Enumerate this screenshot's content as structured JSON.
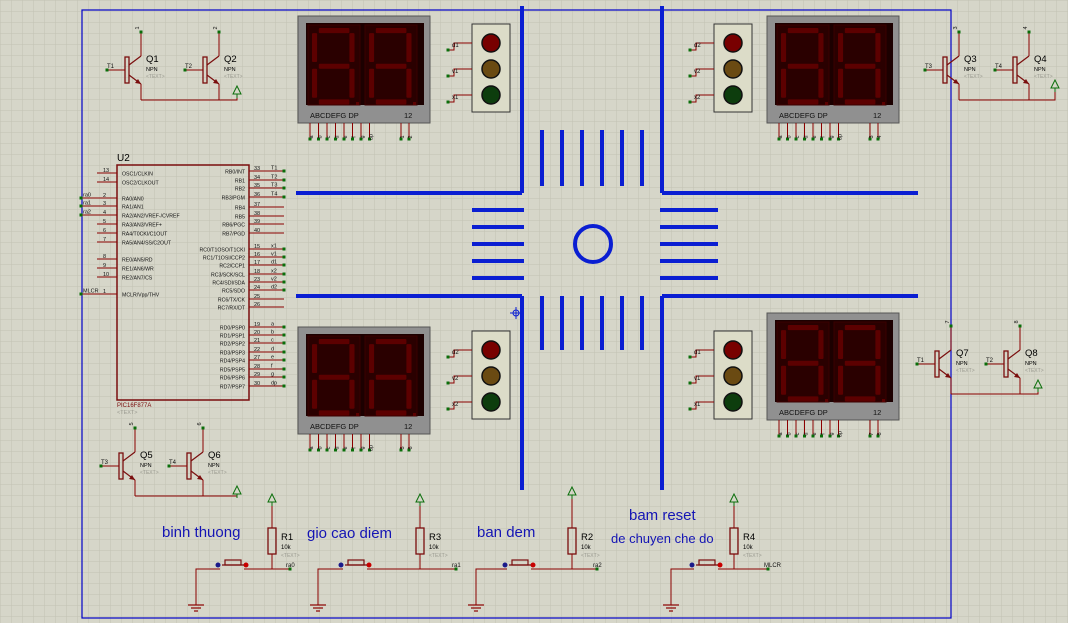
{
  "colors": {
    "background": "#d6d6c9",
    "grid": "#c2c2b4",
    "sheet_border": "#0000c8",
    "wire": "#8b0000",
    "road": "#0a1ed2",
    "component": "#7a0d0d",
    "terminal": "#0a6e0a",
    "display_body": "#909090",
    "display_bg": "#1c0000",
    "segment": "#5c0000",
    "light_bezel": "#dcdcc8",
    "red_lamp": "#780000",
    "yellow_lamp": "#6a4a12",
    "green_lamp": "#0d3d0d",
    "label_blue": "#1414b4"
  },
  "mcu": {
    "ref": "U2",
    "part": "PIC16F877A",
    "placeholder": "<TEXT>",
    "left_pins": [
      {
        "num": "13",
        "name": "OSC1/CLKIN",
        "net": ""
      },
      {
        "num": "14",
        "name": "OSC2/CLKOUT",
        "net": ""
      },
      {
        "num": "2",
        "name": "RA0/AN0",
        "net": "ra0"
      },
      {
        "num": "3",
        "name": "RA1/AN1",
        "net": "ra1"
      },
      {
        "num": "4",
        "name": "RA2/AN2/VREF-/CVREF",
        "net": "ra2"
      },
      {
        "num": "5",
        "name": "RA3/AN3/VREF+",
        "net": ""
      },
      {
        "num": "6",
        "name": "RA4/T0CKI/C1OUT",
        "net": ""
      },
      {
        "num": "7",
        "name": "RA5/AN4/SS/C2OUT",
        "net": ""
      },
      {
        "num": "8",
        "name": "RE0/AN5/RD",
        "net": ""
      },
      {
        "num": "9",
        "name": "RE1/AN6/WR",
        "net": ""
      },
      {
        "num": "10",
        "name": "RE2/AN7/CS",
        "net": ""
      },
      {
        "num": "1",
        "name": "MCLR/Vpp/THV",
        "net": "MLCR"
      }
    ],
    "right_pins": [
      {
        "num": "33",
        "name": "RB0/INT",
        "net": "T1"
      },
      {
        "num": "34",
        "name": "RB1",
        "net": "T2"
      },
      {
        "num": "35",
        "name": "RB2",
        "net": "T3"
      },
      {
        "num": "36",
        "name": "RB3/PGM",
        "net": "T4"
      },
      {
        "num": "37",
        "name": "RB4",
        "net": ""
      },
      {
        "num": "38",
        "name": "RB5",
        "net": ""
      },
      {
        "num": "39",
        "name": "RB6/PGC",
        "net": ""
      },
      {
        "num": "40",
        "name": "RB7/PGD",
        "net": ""
      },
      {
        "num": "15",
        "name": "RC0/T1OSO/T1CKI",
        "net": "x1"
      },
      {
        "num": "16",
        "name": "RC1/T1OSI/CCP2",
        "net": "v1"
      },
      {
        "num": "17",
        "name": "RC2/CCP1",
        "net": "d1"
      },
      {
        "num": "18",
        "name": "RC3/SCK/SCL",
        "net": "x2"
      },
      {
        "num": "23",
        "name": "RC4/SDI/SDA",
        "net": "v2"
      },
      {
        "num": "24",
        "name": "RC5/SDO",
        "net": "d2"
      },
      {
        "num": "25",
        "name": "RC6/TX/CK",
        "net": ""
      },
      {
        "num": "26",
        "name": "RC7/RX/DT",
        "net": ""
      },
      {
        "num": "19",
        "name": "RD0/PSP0",
        "net": "a"
      },
      {
        "num": "20",
        "name": "RD1/PSP1",
        "net": "b"
      },
      {
        "num": "21",
        "name": "RD2/PSP2",
        "net": "c"
      },
      {
        "num": "22",
        "name": "RD3/PSP3",
        "net": "d"
      },
      {
        "num": "27",
        "name": "RD4/PSP4",
        "net": "e"
      },
      {
        "num": "28",
        "name": "RD5/PSP5",
        "net": "f"
      },
      {
        "num": "29",
        "name": "RD6/PSP6",
        "net": "g"
      },
      {
        "num": "30",
        "name": "RD7/PSP7",
        "net": "dp"
      }
    ]
  },
  "transistors": [
    {
      "ref": "Q1",
      "type": "NPN",
      "placeholder": "<TEXT>",
      "net": "T1",
      "pin": "1"
    },
    {
      "ref": "Q2",
      "type": "NPN",
      "placeholder": "<TEXT>",
      "net": "T2",
      "pin": "2"
    },
    {
      "ref": "Q3",
      "type": "NPN",
      "placeholder": "<TEXT>",
      "net": "T3",
      "pin": "3"
    },
    {
      "ref": "Q4",
      "type": "NPN",
      "placeholder": "<TEXT>",
      "net": "T4",
      "pin": "4"
    },
    {
      "ref": "Q5",
      "type": "NPN",
      "placeholder": "<TEXT>",
      "net": "T3",
      "pin": "5"
    },
    {
      "ref": "Q6",
      "type": "NPN",
      "placeholder": "<TEXT>",
      "net": "T4",
      "pin": "6"
    },
    {
      "ref": "Q7",
      "type": "NPN",
      "placeholder": "<TEXT>",
      "net": "T1",
      "pin": "7"
    },
    {
      "ref": "Q8",
      "type": "NPN",
      "placeholder": "<TEXT>",
      "net": "T2",
      "pin": "8"
    }
  ],
  "displays": [
    {
      "segment_labels": "ABCDEFG  DP",
      "digit_labels": "12",
      "digits": "88",
      "pin_labels": [
        "a",
        "b",
        "c",
        "d",
        "e",
        "f",
        "g",
        "dp"
      ],
      "common_pins": [
        "1",
        "2"
      ]
    },
    {
      "segment_labels": "ABCDEFG  DP",
      "digit_labels": "12",
      "digits": "88",
      "pin_labels": [
        "a",
        "b",
        "c",
        "d",
        "e",
        "f",
        "g",
        "dp"
      ],
      "common_pins": [
        "3",
        "4"
      ]
    },
    {
      "segment_labels": "ABCDEFG  DP",
      "digit_labels": "12",
      "digits": "88",
      "pin_labels": [
        "a",
        "b",
        "c",
        "d",
        "e",
        "f",
        "g",
        "dp"
      ],
      "common_pins": [
        "5",
        "6"
      ]
    },
    {
      "segment_labels": "ABCDEFG  DP",
      "digit_labels": "12",
      "digits": "88",
      "pin_labels": [
        "a",
        "b",
        "c",
        "d",
        "e",
        "f",
        "g",
        "dp"
      ],
      "common_pins": [
        "7",
        "8"
      ]
    }
  ],
  "traffic_lights": [
    {
      "nets": [
        "d1",
        "v1",
        "x1"
      ]
    },
    {
      "nets": [
        "d2",
        "v2",
        "x2"
      ]
    },
    {
      "nets": [
        "d2",
        "v2",
        "x2"
      ]
    },
    {
      "nets": [
        "d1",
        "v1",
        "x1"
      ]
    }
  ],
  "buttons": [
    {
      "caption": "binh thuong",
      "caption2": "",
      "resistor": "R1",
      "value": "10k",
      "placeholder": "<TEXT>",
      "net": "ra0"
    },
    {
      "caption": "gio cao diem",
      "caption2": "",
      "resistor": "R3",
      "value": "10k",
      "placeholder": "<TEXT>",
      "net": "ra1"
    },
    {
      "caption": "ban dem",
      "caption2": "",
      "resistor": "R2",
      "value": "10k",
      "placeholder": "<TEXT>",
      "net": "ra2"
    },
    {
      "caption": "bam reset",
      "caption2": "de chuyen che do",
      "resistor": "R4",
      "value": "10k",
      "placeholder": "<TEXT>",
      "net": "MLCR"
    }
  ]
}
